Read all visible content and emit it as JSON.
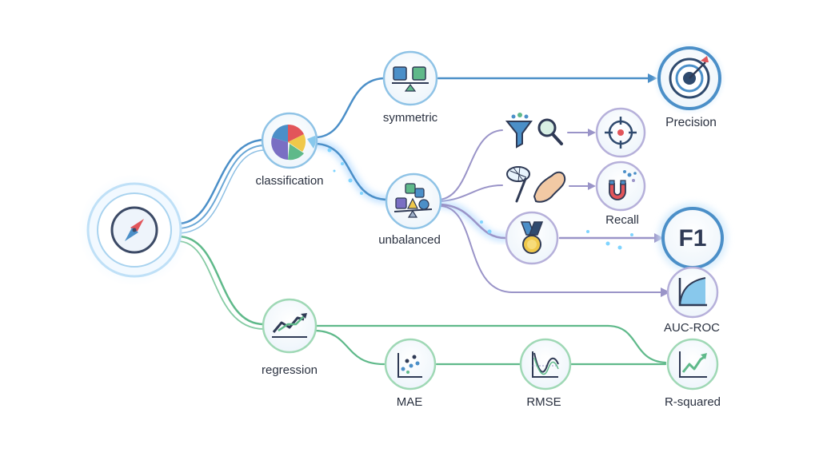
{
  "nodes": {
    "root": {
      "label": "",
      "icon": "compass-icon"
    },
    "classification": {
      "label": "classification",
      "icon": "pie-chart-icon"
    },
    "symmetric": {
      "label": "symmetric",
      "icon": "balanced-shapes-icon"
    },
    "unbalanced": {
      "label": "unbalanced",
      "icon": "unbalanced-shapes-icon"
    },
    "precision": {
      "label": "Precision",
      "icon": "target-icon"
    },
    "filter_search": {
      "label": "",
      "icon": "funnel-magnifier-icon"
    },
    "crosshair": {
      "label": "",
      "icon": "crosshair-icon"
    },
    "net_hand": {
      "label": "",
      "icon": "net-hand-icon"
    },
    "recall": {
      "label": "Recall",
      "icon": "magnet-icon"
    },
    "medal": {
      "label": "",
      "icon": "medal-icon"
    },
    "f1": {
      "label": "F1",
      "icon": "f1-badge-icon"
    },
    "auc_roc": {
      "label": "AUC-ROC",
      "icon": "roc-curve-icon"
    },
    "regression": {
      "label": "regression",
      "icon": "trend-line-icon"
    },
    "mae": {
      "label": "MAE",
      "icon": "scatter-icon"
    },
    "rmse": {
      "label": "RMSE",
      "icon": "wave-curve-icon"
    },
    "r_squared": {
      "label": "R-squared",
      "icon": "rising-chart-icon"
    }
  },
  "colors": {
    "blue_path": "#4b8fc8",
    "purple_path": "#9a94c8",
    "green_path": "#5fb98a",
    "node_blue_ring": "#8fc3e6",
    "node_purple_ring": "#b6b0da",
    "node_green_ring": "#9fd8b5",
    "glow": "#9fd0ff",
    "text": "#2a3140"
  }
}
